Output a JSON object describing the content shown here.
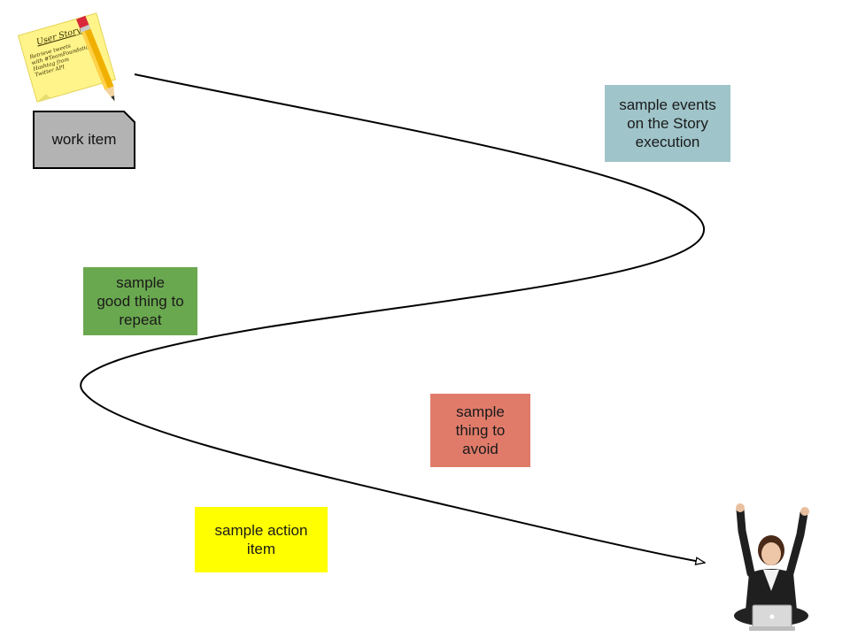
{
  "work_item": {
    "label": "work item",
    "fill": "#b3b3b3"
  },
  "user_story": {
    "title": "User Story",
    "lines": [
      "Retrieve tweets",
      "with #TeamFoundation",
      "Hashtag from",
      "Twitter API"
    ]
  },
  "notes": {
    "events": {
      "text": "sample events\non the Story\nexecution",
      "color": "#9fc4c9"
    },
    "good": {
      "text": "sample\ngood thing to\nrepeat",
      "color": "#6aa84f"
    },
    "avoid": {
      "text": "sample\nthing to\navoid",
      "color": "#e07b6a"
    },
    "action": {
      "text": "sample action\nitem",
      "color": "#ffff00"
    }
  },
  "colors": {
    "path": "#000000",
    "sticky": "#fff48a",
    "pencil": "#f0b000"
  },
  "icons": {
    "start": "sticky-note-pencil-icon",
    "end": "celebrating-person-laptop-icon"
  }
}
